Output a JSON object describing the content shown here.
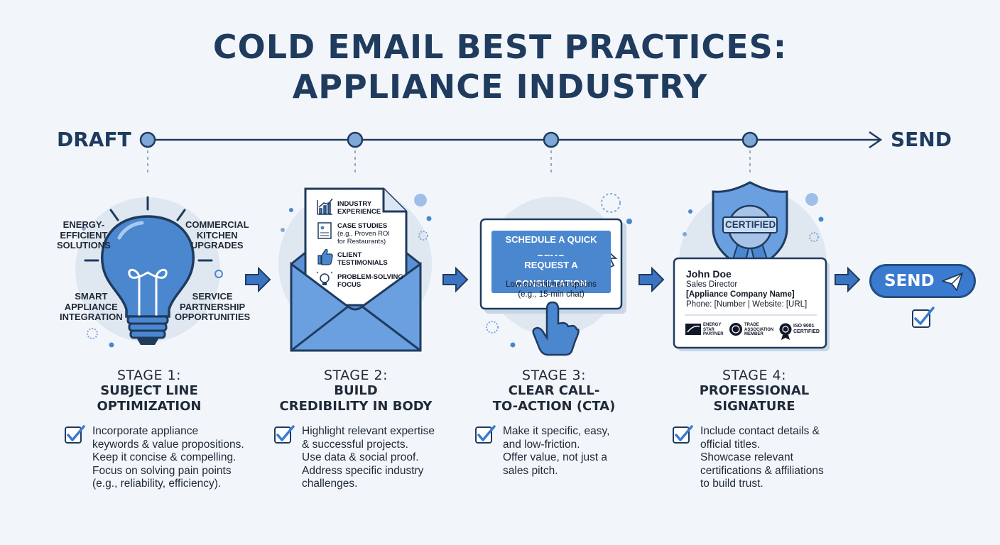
{
  "title": {
    "line1": "COLD EMAIL BEST PRACTICES:",
    "line2": "APPLIANCE INDUSTRY"
  },
  "timeline": {
    "start": "DRAFT",
    "end": "SEND"
  },
  "stages": [
    {
      "number": "STAGE 1:",
      "name_line1": "SUBJECT LINE",
      "name_line2": "OPTIMIZATION",
      "bullets": [
        "Incorporate appliance",
        "keywords & value propositions.",
        "Keep it concise & compelling.",
        "Focus on solving pain points",
        "(e.g., reliability, efficiency)."
      ]
    },
    {
      "number": "STAGE 2:",
      "name_line1": "BUILD",
      "name_line2": "CREDIBILITY IN BODY",
      "bullets": [
        "Highlight relevant expertise",
        "& successful projects.",
        "Use data & social proof.",
        "Address specific industry",
        "challenges."
      ]
    },
    {
      "number": "STAGE 3:",
      "name_line1": "CLEAR CALL-",
      "name_line2": "TO-ACTION (CTA)",
      "bullets": [
        "Make it specific, easy,",
        "and low-friction.",
        "Offer value, not just a",
        "sales pitch."
      ]
    },
    {
      "number": "STAGE 4:",
      "name_line1": "PROFESSIONAL",
      "name_line2": "SIGNATURE",
      "bullets": [
        "Include contact details &",
        "official titles.",
        "Showcase relevant",
        "certifications & affiliations",
        "to build trust."
      ]
    }
  ],
  "bulb_labels": {
    "tl": [
      "ENERGY-",
      "EFFICIENT",
      "SOLUTIONS"
    ],
    "tr": [
      "COMMERCIAL",
      "KITCHEN",
      "UPGRADES"
    ],
    "bl": [
      "SMART",
      "APPLIANCE",
      "INTEGRATION"
    ],
    "br": [
      "SERVICE",
      "PARTNERSHIP",
      "OPPORTUNITIES"
    ]
  },
  "doc_items": {
    "i1": [
      "INDUSTRY",
      "EXPERIENCE"
    ],
    "i2_title": "CASE STUDIES",
    "i2_sub": [
      "(e.g., Proven ROI",
      "for Restaurants)"
    ],
    "i3": [
      "CLIENT",
      "TESTIMONIALS"
    ],
    "i4": [
      "PROBLEM-SOLVING",
      "FOCUS"
    ]
  },
  "cta": {
    "btn1": "SCHEDULE A QUICK DEMO",
    "btn2": "REQUEST A CONSULTATION",
    "note1": "Low-commitment options",
    "note2": "(e.g., 15-min chat)"
  },
  "signature": {
    "badge": "CERTIFIED",
    "name": "John Doe",
    "role": "Sales Director",
    "company": "[Appliance Company Name]",
    "contact": "Phone: [Number | Website: [URL]",
    "logo1": [
      "ENERGY",
      "STAR",
      "PARTNER"
    ],
    "logo2": [
      "TRADE",
      "ASSOCIATION",
      "MEMBER"
    ],
    "logo3": [
      "ISO 9001",
      "CERTIFIED"
    ]
  },
  "send_button": "SEND",
  "colors": {
    "navy": "#1f3b5e",
    "blue": "#4a87cf",
    "light_blue": "#6a9fe0",
    "bg": "#f2f6fb"
  }
}
